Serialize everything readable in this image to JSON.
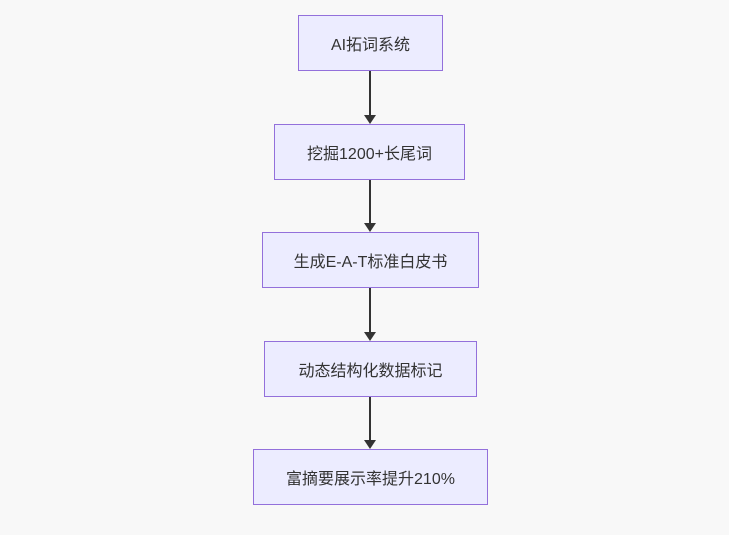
{
  "diagram": {
    "type": "flowchart-top-down",
    "colors": {
      "background": "#f8f8f8",
      "node_fill": "#ECECFF",
      "node_border": "#9370DB",
      "text_color": "#333333",
      "arrow_color": "#333333"
    },
    "nodes": [
      {
        "id": "A",
        "label": "AI拓词系统"
      },
      {
        "id": "B",
        "label": "挖掘1200+长尾词"
      },
      {
        "id": "C",
        "label": "生成E-A-T标准白皮书"
      },
      {
        "id": "D",
        "label": "动态结构化数据标记"
      },
      {
        "id": "E",
        "label": "富摘要展示率提升210%"
      }
    ],
    "edges": [
      {
        "from": "A",
        "to": "B"
      },
      {
        "from": "B",
        "to": "C"
      },
      {
        "from": "C",
        "to": "D"
      },
      {
        "from": "D",
        "to": "E"
      }
    ]
  }
}
